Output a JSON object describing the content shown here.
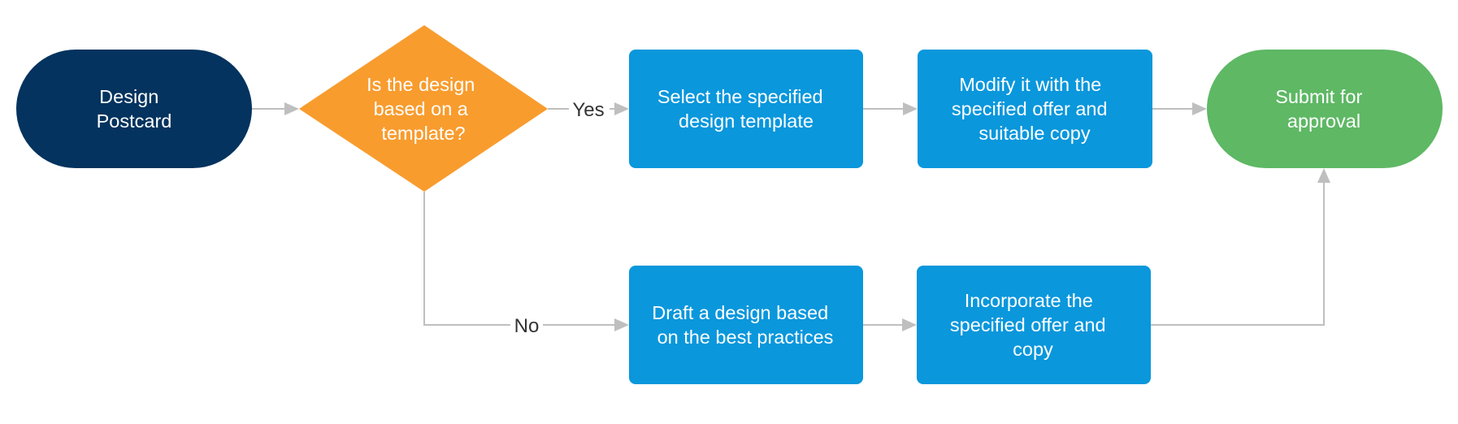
{
  "colors": {
    "start": "#03335e",
    "decision": "#f89c2e",
    "process": "#0a97dc",
    "end": "#5eb864",
    "connector": "#bfbfbf",
    "label": "#333333"
  },
  "nodes": {
    "start": {
      "lines": [
        "Design",
        "Postcard"
      ]
    },
    "decision": {
      "lines": [
        "Is the design",
        "based on a",
        "template?"
      ]
    },
    "select_template": {
      "lines": [
        "Select the specified",
        "design template"
      ]
    },
    "modify": {
      "lines": [
        "Modify it with the",
        "specified offer and",
        "suitable copy"
      ]
    },
    "submit": {
      "lines": [
        "Submit for",
        "approval"
      ]
    },
    "draft": {
      "lines": [
        "Draft a design based",
        "on the best practices"
      ]
    },
    "incorporate": {
      "lines": [
        "Incorporate the",
        "specified offer and",
        "copy"
      ]
    }
  },
  "edges": {
    "yes_label": "Yes",
    "no_label": "No"
  }
}
